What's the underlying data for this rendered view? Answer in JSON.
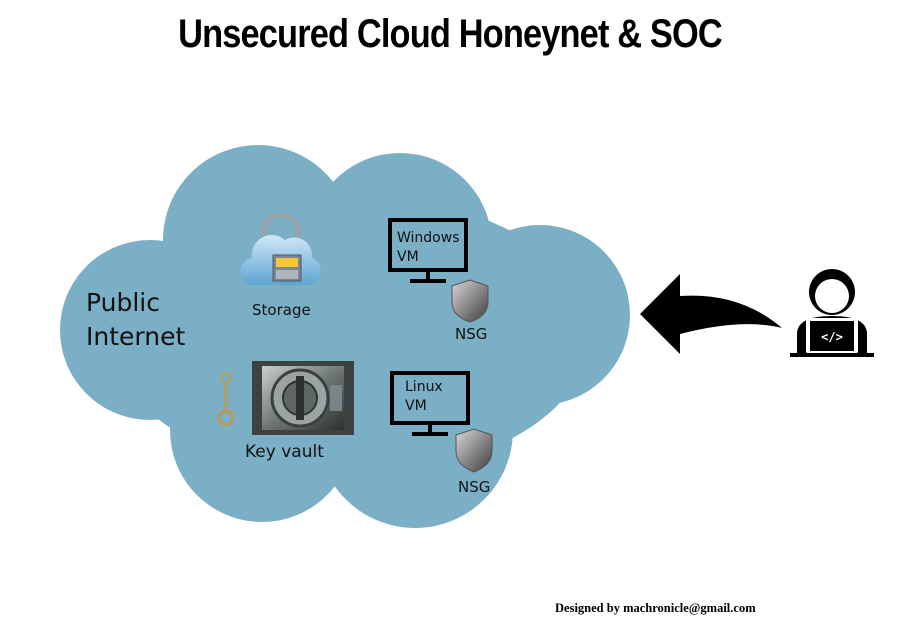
{
  "title": "Unsecured Cloud Honeynet & SOC",
  "cloud": {
    "label_line1": "Public",
    "label_line2": "Internet"
  },
  "nodes": {
    "storage": {
      "label": "Storage",
      "icon": "cloud-storage-lock-icon"
    },
    "key_vault": {
      "label": "Key vault",
      "icon": "vault-door-icon"
    },
    "windows_vm": {
      "line1": "Windows",
      "line2": "VM",
      "icon": "monitor-icon"
    },
    "linux_vm": {
      "line1": "Linux",
      "line2": "VM",
      "icon": "monitor-icon"
    },
    "nsg_windows": {
      "label": "NSG",
      "icon": "shield-icon"
    },
    "nsg_linux": {
      "label": "NSG",
      "icon": "shield-icon"
    },
    "attacker": {
      "icon": "hacker-laptop-icon"
    },
    "attack_arrow": {
      "icon": "curved-arrow-left-icon"
    }
  },
  "credit": "Designed by machronicle@gmail.com",
  "colors": {
    "cloud_fill": "#7aafc5",
    "arrow": "#000000"
  }
}
